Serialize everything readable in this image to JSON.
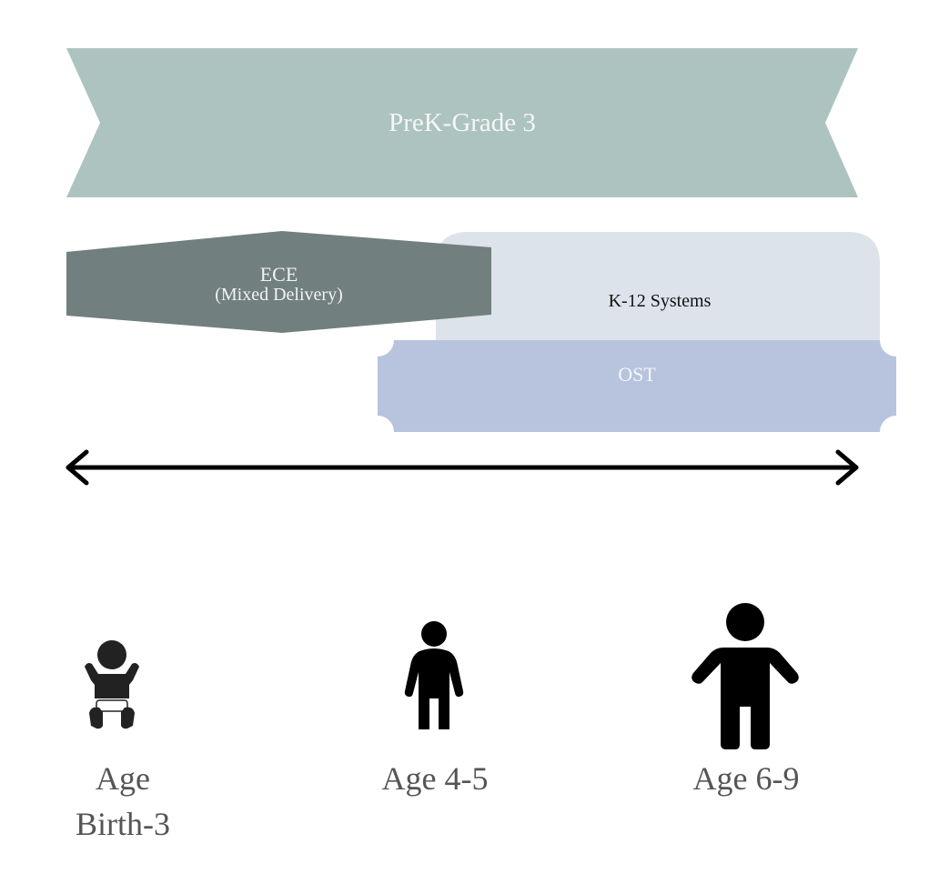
{
  "banner": {
    "label": "PreK-Grade 3",
    "color": "#adc3bf",
    "text_color": "#f4f7f6"
  },
  "ece": {
    "title": "ECE",
    "subtitle": "(Mixed Delivery)",
    "color": "#717f7e",
    "text_color": "#f1f3f3"
  },
  "k12": {
    "label": "K-12 Systems",
    "color": "#dde3ea",
    "text_color": "#111111"
  },
  "ost": {
    "label": "OST",
    "color": "#b8c4de",
    "text_color": "#f4f6fb"
  },
  "timeline": {
    "color": "#000000"
  },
  "ages": [
    {
      "line1": "Age",
      "line2": "Birth-3",
      "icon": "baby-icon"
    },
    {
      "line1": "Age 4-5",
      "icon": "toddler-icon"
    },
    {
      "line1": "Age 6-9",
      "icon": "child-icon"
    }
  ],
  "label_color": "#555555"
}
